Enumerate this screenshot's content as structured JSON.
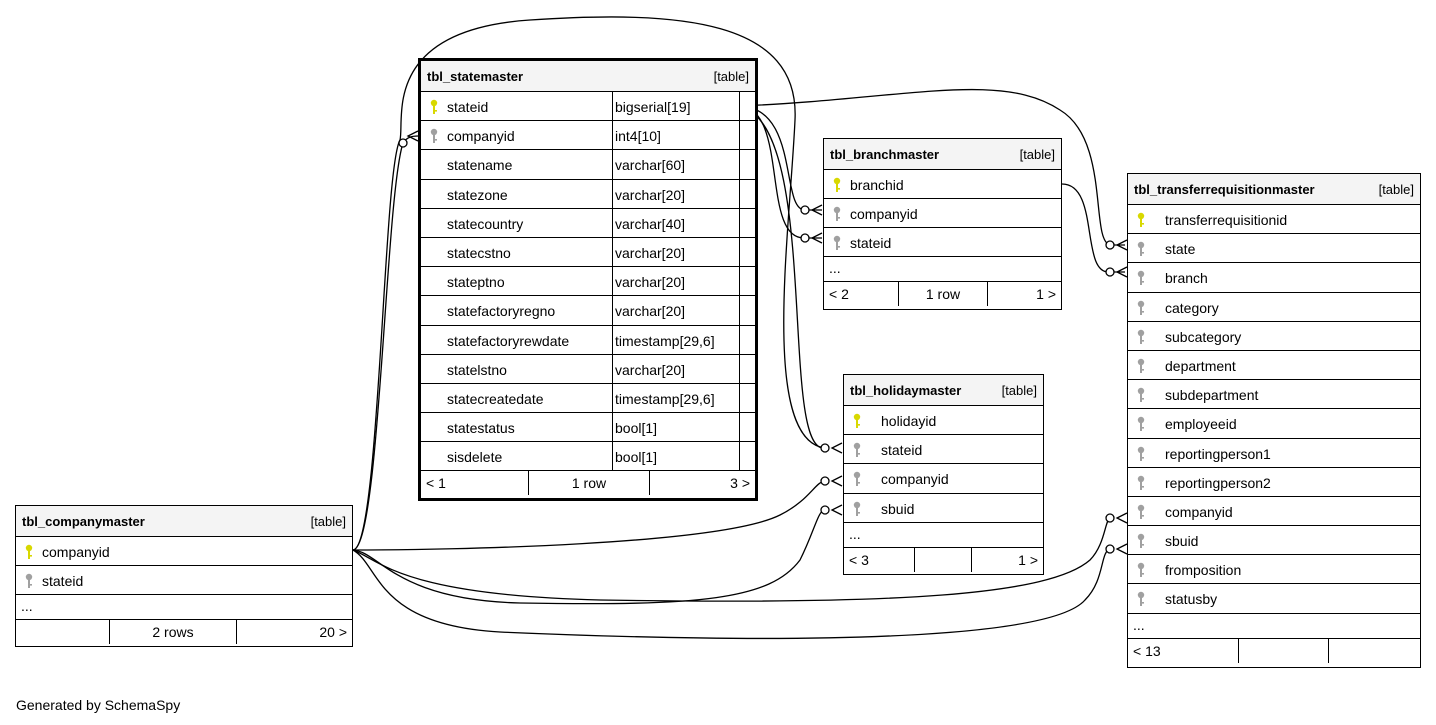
{
  "generated_by": "Generated by SchemaSpy",
  "colors": {
    "primary_key": "#d8d800",
    "foreign_key": "#a0a0a0",
    "header_bg": "#f4f4f4"
  },
  "tables": {
    "statemaster": {
      "name": "tbl_statemaster",
      "type": "[table]",
      "columns": [
        {
          "name": "stateid",
          "type": "bigserial[19]",
          "key": "pk"
        },
        {
          "name": "companyid",
          "type": "int4[10]",
          "key": "fk"
        },
        {
          "name": "statename",
          "type": "varchar[60]",
          "key": ""
        },
        {
          "name": "statezone",
          "type": "varchar[20]",
          "key": ""
        },
        {
          "name": "statecountry",
          "type": "varchar[40]",
          "key": ""
        },
        {
          "name": "statecstno",
          "type": "varchar[20]",
          "key": ""
        },
        {
          "name": "stateptno",
          "type": "varchar[20]",
          "key": ""
        },
        {
          "name": "statefactoryregno",
          "type": "varchar[20]",
          "key": ""
        },
        {
          "name": "statefactoryrewdate",
          "type": "timestamp[29,6]",
          "key": ""
        },
        {
          "name": "statelstno",
          "type": "varchar[20]",
          "key": ""
        },
        {
          "name": "statecreatedate",
          "type": "timestamp[29,6]",
          "key": ""
        },
        {
          "name": "statestatus",
          "type": "bool[1]",
          "key": ""
        },
        {
          "name": "sisdelete",
          "type": "bool[1]",
          "key": ""
        }
      ],
      "footer": {
        "left": "< 1",
        "mid": "1 row",
        "right": "3 >"
      }
    },
    "branchmaster": {
      "name": "tbl_branchmaster",
      "type": "[table]",
      "columns": [
        {
          "name": "branchid",
          "key": "pk"
        },
        {
          "name": "companyid",
          "key": "fk"
        },
        {
          "name": "stateid",
          "key": "fk"
        }
      ],
      "more": "...",
      "footer": {
        "left": "< 2",
        "mid": "1 row",
        "right": "1 >"
      }
    },
    "holidaymaster": {
      "name": "tbl_holidaymaster",
      "type": "[table]",
      "columns": [
        {
          "name": "holidayid",
          "key": "pk"
        },
        {
          "name": "stateid",
          "key": "fk"
        },
        {
          "name": "companyid",
          "key": "fk"
        },
        {
          "name": "sbuid",
          "key": "fk"
        }
      ],
      "more": "...",
      "footer": {
        "left": "< 3",
        "mid": "",
        "right": "1 >"
      }
    },
    "companymaster": {
      "name": "tbl_companymaster",
      "type": "[table]",
      "columns": [
        {
          "name": "companyid",
          "key": "pk"
        },
        {
          "name": "stateid",
          "key": "fk"
        }
      ],
      "more": "...",
      "footer": {
        "left": "",
        "mid": "2 rows",
        "right": "20 >"
      }
    },
    "transfer": {
      "name": "tbl_transferrequisitionmaster",
      "type": "[table]",
      "columns": [
        {
          "name": "transferrequisitionid",
          "key": "pk"
        },
        {
          "name": "state",
          "key": "fk"
        },
        {
          "name": "branch",
          "key": "fk"
        },
        {
          "name": "category",
          "key": "fk"
        },
        {
          "name": "subcategory",
          "key": "fk"
        },
        {
          "name": "department",
          "key": "fk"
        },
        {
          "name": "subdepartment",
          "key": "fk"
        },
        {
          "name": "employeeid",
          "key": "fk"
        },
        {
          "name": "reportingperson1",
          "key": "fk"
        },
        {
          "name": "reportingperson2",
          "key": "fk"
        },
        {
          "name": "companyid",
          "key": "fk"
        },
        {
          "name": "sbuid",
          "key": "fk"
        },
        {
          "name": "fromposition",
          "key": "fk"
        },
        {
          "name": "statusby",
          "key": "fk"
        }
      ],
      "more": "...",
      "footer": {
        "left": "< 13",
        "mid": "",
        "right": ""
      }
    }
  }
}
